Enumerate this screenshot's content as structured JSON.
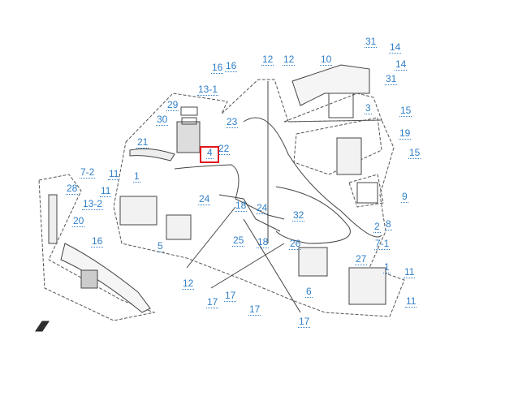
{
  "diagram": {
    "highlight_color": "#e0161c",
    "label_color": "#2f7fc8",
    "highlighted_part": "4",
    "labels": [
      "31",
      "14",
      "14",
      "10",
      "31",
      "12",
      "12",
      "16",
      "16",
      "13-1",
      "3",
      "15",
      "29",
      "30",
      "23",
      "19",
      "15",
      "21",
      "4",
      "22",
      "7-2",
      "11",
      "1",
      "28",
      "11",
      "9",
      "24",
      "13-2",
      "24",
      "18",
      "32",
      "20",
      "2",
      "8",
      "16",
      "5",
      "25",
      "18",
      "26",
      "7-1",
      "27",
      "1",
      "11",
      "12",
      "6",
      "17",
      "17",
      "11",
      "17",
      "17"
    ]
  }
}
